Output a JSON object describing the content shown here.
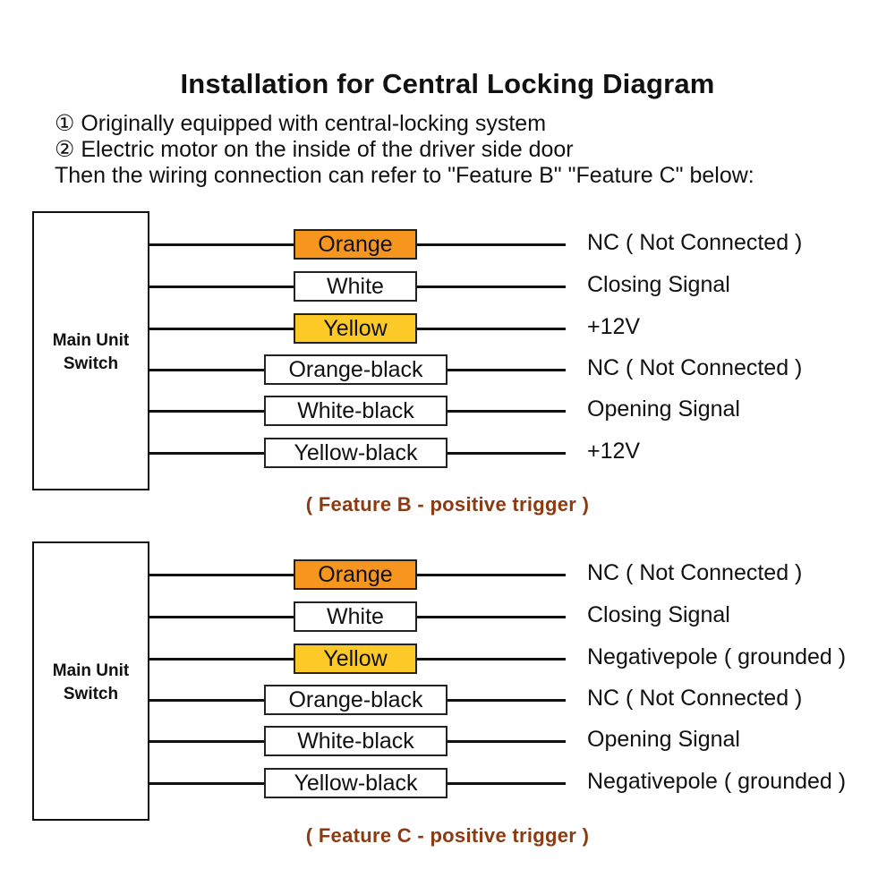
{
  "title": "Installation for Central Locking Diagram",
  "intro": {
    "line1": "① Originally equipped with central-locking system",
    "line2": "② Electric motor on the inside of the driver side door",
    "line3": "Then the wiring connection can refer to \"Feature B\" \"Feature C\" below:"
  },
  "colors": {
    "orange": "#f7961e",
    "yellow": "#fdc927",
    "caption": "#8b3a12"
  },
  "feature_b": {
    "main_unit_line1": "Main Unit",
    "main_unit_line2": "Switch",
    "wires": [
      {
        "color": "Orange",
        "target": "NC ( Not Connected )"
      },
      {
        "color": "White",
        "target": "Closing Signal"
      },
      {
        "color": "Yellow",
        "target": "+12V"
      },
      {
        "color": "Orange-black",
        "target": "NC ( Not Connected )"
      },
      {
        "color": "White-black",
        "target": "Opening Signal"
      },
      {
        "color": "Yellow-black",
        "target": "+12V"
      }
    ],
    "caption": "( Feature B - positive trigger )"
  },
  "feature_c": {
    "main_unit_line1": "Main Unit",
    "main_unit_line2": "Switch",
    "wires": [
      {
        "color": "Orange",
        "target": "NC ( Not Connected )"
      },
      {
        "color": "White",
        "target": "Closing Signal"
      },
      {
        "color": "Yellow",
        "target": "Negativepole ( grounded )"
      },
      {
        "color": "Orange-black",
        "target": "NC ( Not Connected )"
      },
      {
        "color": "White-black",
        "target": "Opening Signal"
      },
      {
        "color": "Yellow-black",
        "target": "Negativepole ( grounded )"
      }
    ],
    "caption": "( Feature C - positive trigger )"
  }
}
